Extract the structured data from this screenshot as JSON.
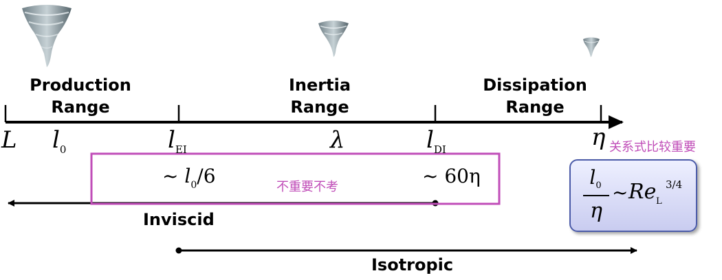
{
  "ranges": {
    "production": [
      "Production",
      "Range"
    ],
    "inertia": [
      "Inertia",
      "Range"
    ],
    "dissipation": [
      "Dissipation",
      "Range"
    ]
  },
  "scales": {
    "L": "L",
    "l0": {
      "base": "l",
      "sub": "0"
    },
    "lEI": {
      "base": "l",
      "sub": "EI"
    },
    "lambda": "λ",
    "lDI": {
      "base": "l",
      "sub": "DI"
    },
    "eta": "η"
  },
  "estimates": {
    "lEI_tilde": "~",
    "lEI_base": "l",
    "lEI_sub": "0",
    "lEI_rest": "/6",
    "lDI": "~ 60η"
  },
  "notes": {
    "not_important": "不重要不考",
    "relation_important": "关系式比较重要"
  },
  "formula": {
    "num_base": "l",
    "num_sub": "0",
    "den": "η",
    "tilde": "~",
    "re": "Re",
    "re_sub": "L",
    "exp": "3/4"
  },
  "spans": {
    "inviscid": "Inviscid",
    "isotropic": "Isotropic"
  },
  "colors": {
    "note": "#c04db8",
    "box_border": "#4a5aa8"
  }
}
